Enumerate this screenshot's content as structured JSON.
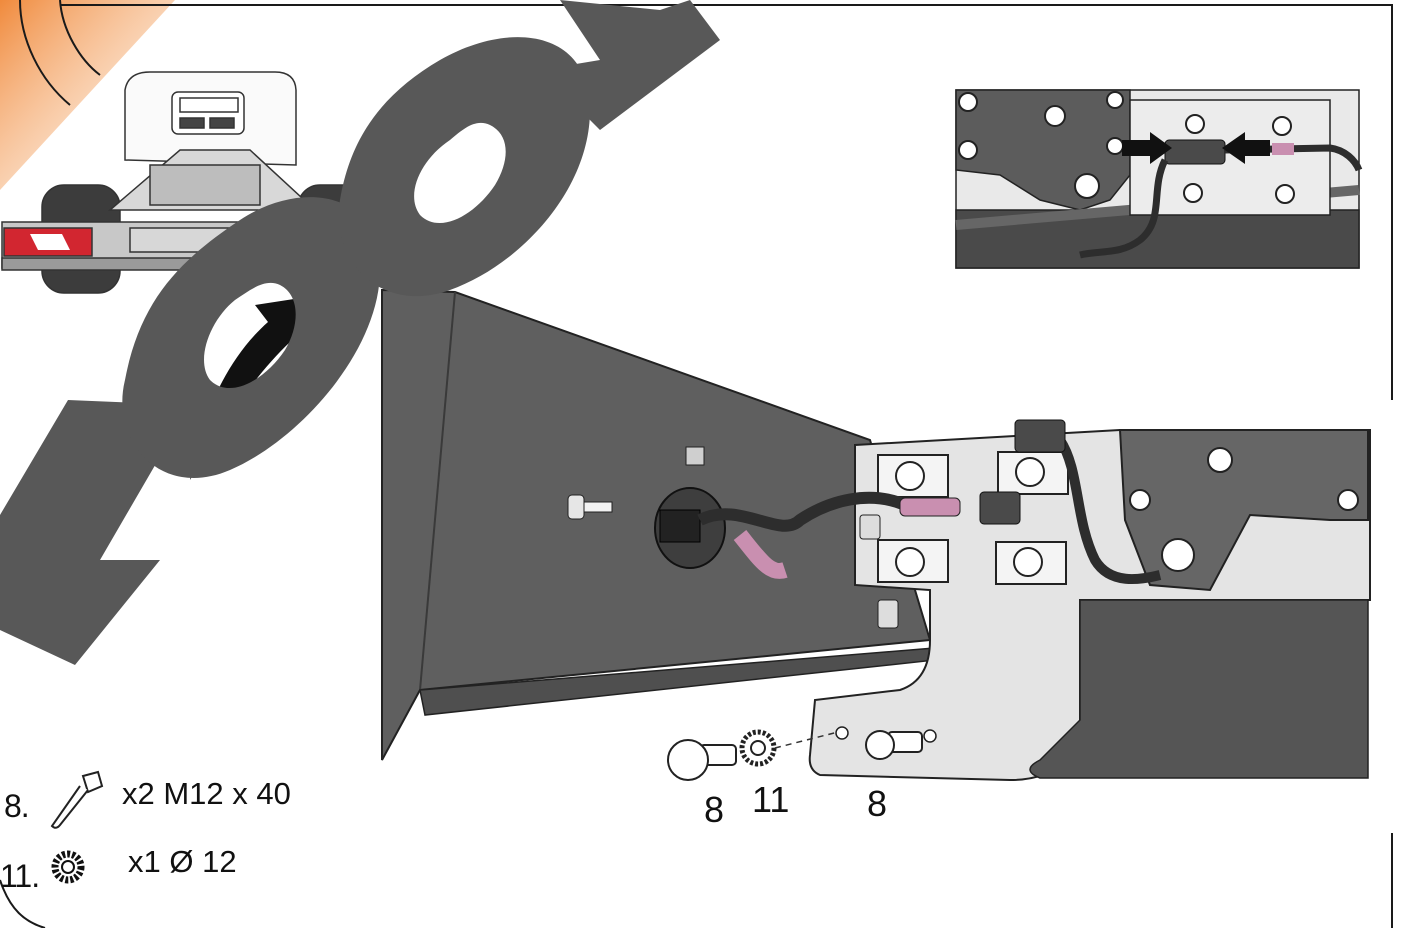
{
  "watermark": {
    "text": "NO OK",
    "color": "#585858"
  },
  "legend": [
    {
      "number": "8.",
      "description": "x2 M12 x 40",
      "icon": "bolt-icon"
    },
    {
      "number": "11.",
      "description": "x1 Ø 12",
      "icon": "serrated-washer-icon"
    }
  ],
  "callouts": [
    {
      "label": "8",
      "part": "bolt"
    },
    {
      "label": "11",
      "part": "washer"
    },
    {
      "label": "8",
      "part": "bolt"
    }
  ],
  "colors": {
    "frame_line": "#1a1a1a",
    "accent_corner": "#f39a52",
    "steel_dark": "#5a5a5a",
    "steel_light": "#e4e4e4",
    "cable_pink": "#c98fb0",
    "tail_light_red": "#d22630"
  }
}
